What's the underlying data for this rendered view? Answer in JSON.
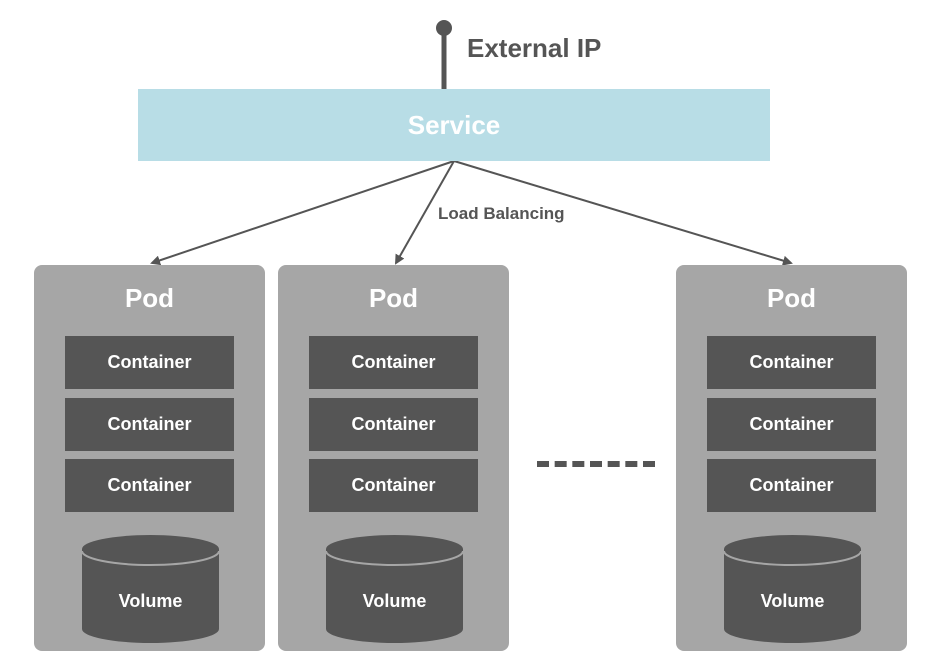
{
  "external_ip": {
    "label": "External IP"
  },
  "service": {
    "label": "Service"
  },
  "load_balancing": {
    "label": "Load Balancing"
  },
  "pods": [
    {
      "title": "Pod",
      "containers": [
        "Container",
        "Container",
        "Container"
      ],
      "volume": "Volume"
    },
    {
      "title": "Pod",
      "containers": [
        "Container",
        "Container",
        "Container"
      ],
      "volume": "Volume"
    },
    {
      "title": "Pod",
      "containers": [
        "Container",
        "Container",
        "Container"
      ],
      "volume": "Volume"
    }
  ],
  "colors": {
    "service_fill": "#b8dde6",
    "pod_fill": "#a6a6a6",
    "container_fill": "#555555",
    "line": "#555555"
  }
}
